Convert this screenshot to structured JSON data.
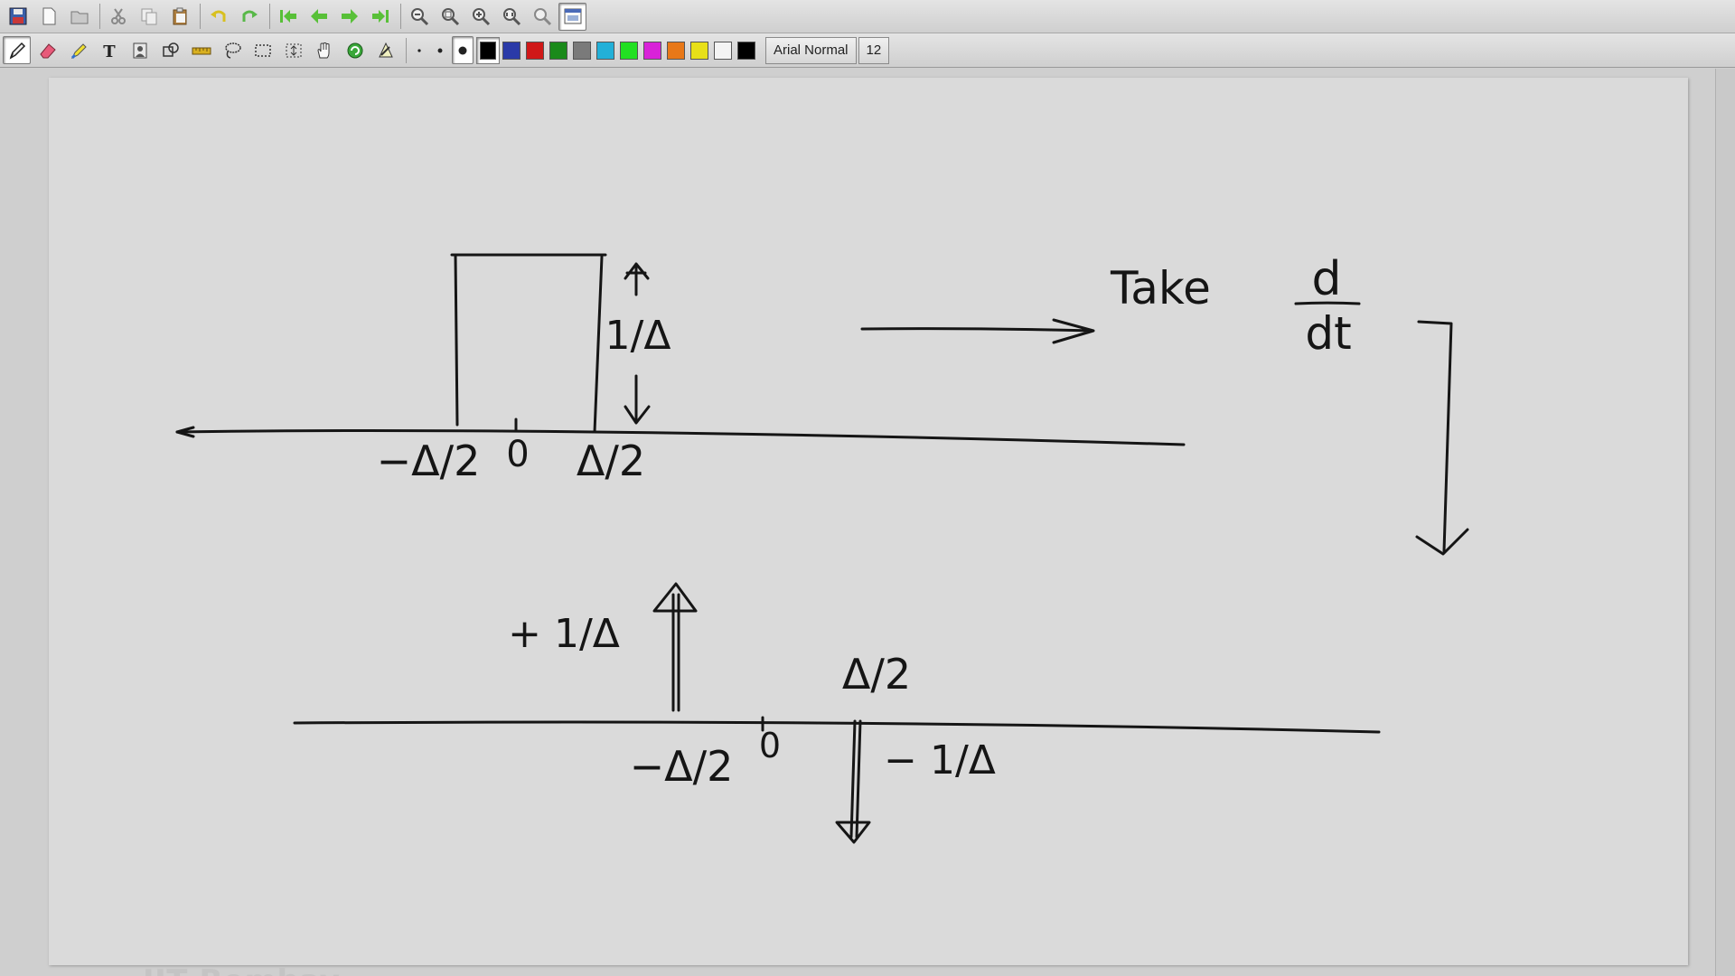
{
  "toolbar_top": {
    "buttons": [
      {
        "name": "save-icon"
      },
      {
        "name": "new-page-icon"
      },
      {
        "name": "open-folder-icon"
      },
      {
        "name": "cut-icon"
      },
      {
        "name": "copy-icon"
      },
      {
        "name": "paste-icon"
      },
      {
        "name": "undo-icon"
      },
      {
        "name": "redo-icon"
      },
      {
        "name": "first-page-icon"
      },
      {
        "name": "previous-page-icon"
      },
      {
        "name": "next-page-icon"
      },
      {
        "name": "last-page-icon"
      },
      {
        "name": "zoom-out-icon"
      },
      {
        "name": "zoom-fit-icon"
      },
      {
        "name": "zoom-in-icon"
      },
      {
        "name": "zoom-width-icon"
      },
      {
        "name": "zoom-custom-icon"
      },
      {
        "name": "fullscreen-icon"
      }
    ]
  },
  "toolbar_tools": {
    "tools": [
      {
        "name": "pen-icon",
        "active": true
      },
      {
        "name": "eraser-icon"
      },
      {
        "name": "highlighter-icon"
      },
      {
        "name": "text-icon"
      },
      {
        "name": "image-icon"
      },
      {
        "name": "shape-icon"
      },
      {
        "name": "ruler-icon"
      },
      {
        "name": "lasso-icon"
      },
      {
        "name": "rect-select-icon"
      },
      {
        "name": "vertical-space-icon"
      },
      {
        "name": "hand-icon"
      },
      {
        "name": "refresh-icon"
      },
      {
        "name": "shape-recognizer-icon"
      }
    ],
    "thickness": [
      "fine",
      "medium",
      "thick"
    ],
    "colors": [
      "#000000",
      "#2a3aa8",
      "#d01818",
      "#1a8a1a",
      "#7a7a7a",
      "#22b0d8",
      "#22e022",
      "#d822d8",
      "#e87818",
      "#e8e018",
      "#f4f4f4"
    ],
    "active_color": "#000000",
    "font_name": "Arial Normal",
    "font_size": "12"
  },
  "canvas": {
    "watermark": "IIT Bombay",
    "ink_color": "#151515",
    "annotations": {
      "top_pulse_height": "1/Δ",
      "top_left_edge": "−Δ/2",
      "top_origin": "0",
      "top_right_edge": "Δ/2",
      "instruction_word": "Take",
      "derivative_num": "d",
      "derivative_den": "dt",
      "impulse_pos_label": "+ 1/Δ",
      "impulse_neg_label": "− 1/Δ",
      "bottom_left_pos": "−Δ/2",
      "bottom_origin": "0",
      "bottom_right_pos": "Δ/2"
    }
  }
}
